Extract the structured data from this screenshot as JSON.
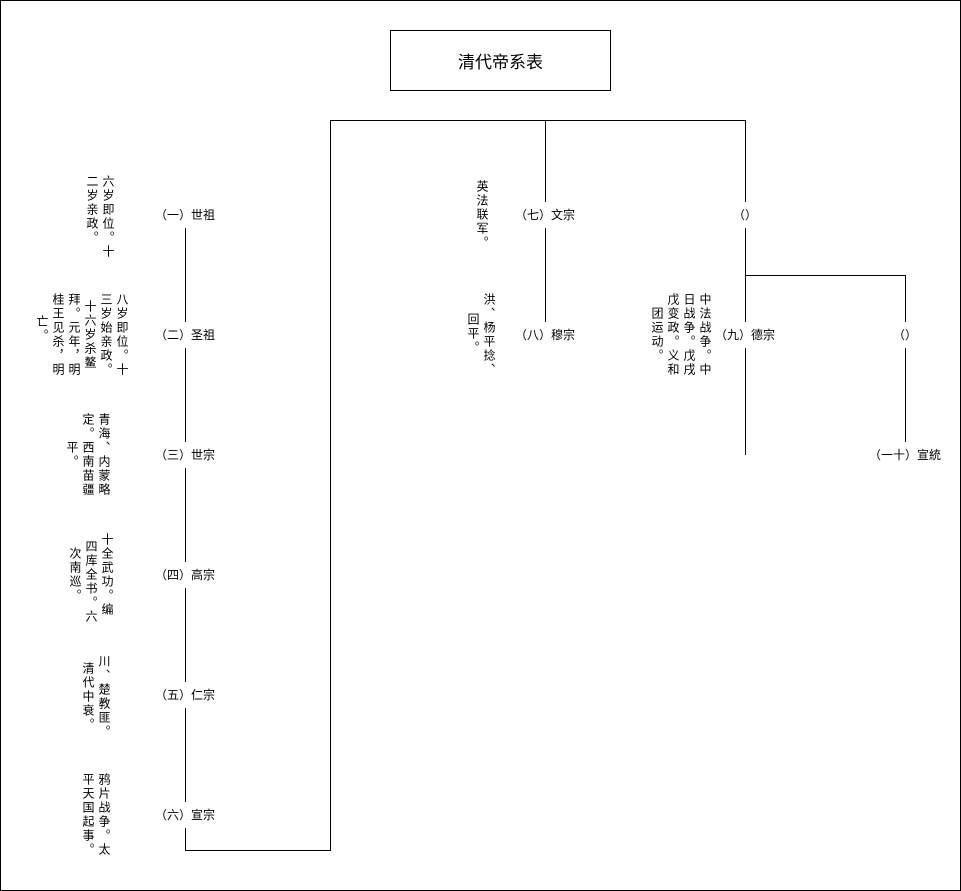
{
  "title": "清代帝系表",
  "emperors": [
    {
      "label": "（一）世祖"
    },
    {
      "label": "（二）圣祖"
    },
    {
      "label": "（三）世宗"
    },
    {
      "label": "（四）高宗"
    },
    {
      "label": "（五）仁宗"
    },
    {
      "label": "（六）宣宗"
    },
    {
      "label": "（七）文宗"
    },
    {
      "label": "（八）穆宗"
    },
    {
      "label": "（）"
    },
    {
      "label": "（九）德宗"
    },
    {
      "label": "（）"
    },
    {
      "label": "（一十）宣統"
    }
  ],
  "notes": [
    {
      "lines": [
        "六岁即位。十",
        "二岁亲政。"
      ]
    },
    {
      "lines": [
        "八岁即位。十",
        "三岁始亲政。",
        "十六岁杀鳌",
        "拜。元年，明",
        "桂王见杀，明",
        "亡。"
      ]
    },
    {
      "lines": [
        "青海、内蒙略",
        "定。西南苗疆",
        "平。"
      ]
    },
    {
      "lines": [
        "十全武功。编",
        "四库全书。六",
        "次南巡。"
      ]
    },
    {
      "lines": [
        "川、楚教匪。",
        "清代中衰。"
      ]
    },
    {
      "lines": [
        "鸦片战争。太",
        "平天国起事。"
      ]
    },
    {
      "lines": [
        "英法联军。"
      ]
    },
    {
      "lines": [
        "洪、杨平捻、",
        "回平。"
      ]
    },
    {
      "lines": [
        "中法战争。中",
        "日战争。戊戌",
        "戊变政。义和",
        "团运动。"
      ]
    }
  ]
}
